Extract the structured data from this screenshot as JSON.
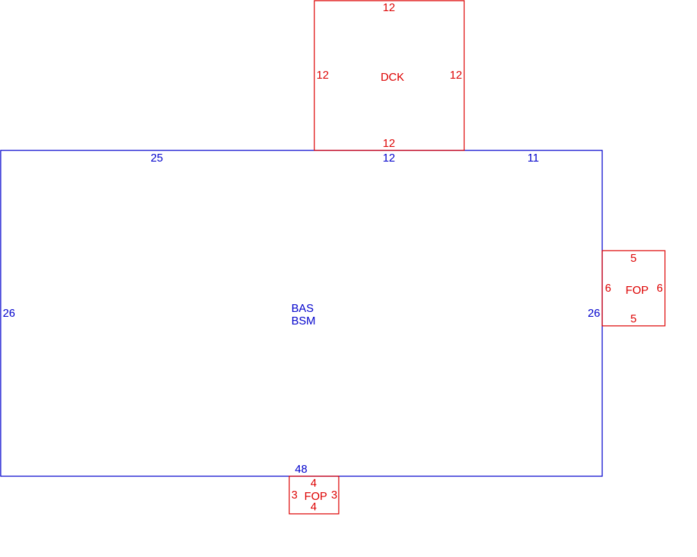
{
  "colors": {
    "main": "#0000cc",
    "addition": "#dd0000"
  },
  "areas": {
    "bas": {
      "labels": [
        "BAS",
        "BSM"
      ],
      "dims": {
        "top_left": "25",
        "top_mid": "12",
        "top_right": "11",
        "left": "26",
        "right": "26",
        "bottom": "48"
      }
    },
    "dck": {
      "label": "DCK",
      "dims": {
        "top": "12",
        "left": "12",
        "right": "12",
        "bottom": "12"
      }
    },
    "fop_right": {
      "label": "FOP",
      "dims": {
        "top": "5",
        "left": "6",
        "right": "6",
        "bottom": "5"
      }
    },
    "fop_bottom": {
      "label": "FOP",
      "dims": {
        "top": "4",
        "left": "3",
        "right": "3",
        "bottom": "4"
      }
    }
  }
}
